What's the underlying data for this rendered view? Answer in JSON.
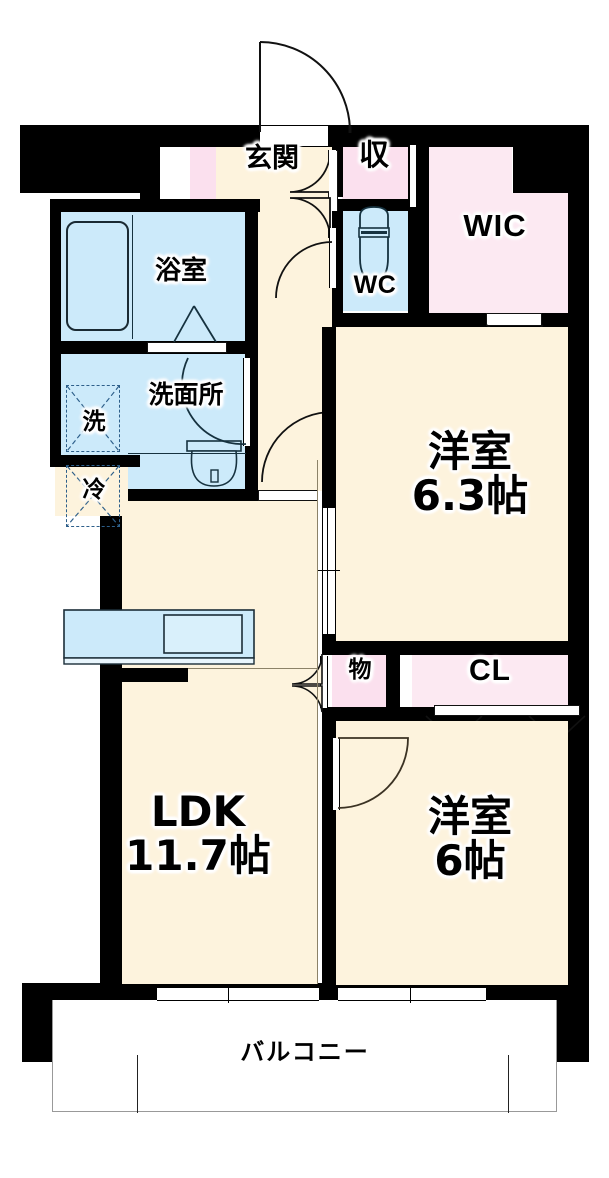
{
  "plan": {
    "title": "Apartment floor plan 2LDK",
    "unit_suffix": "帖",
    "colors": {
      "floor_cream": "#fdf3dd",
      "wet_blue": "#cceafa",
      "closet_pink": "#fbe0ee",
      "wall_black": "#000000",
      "balcony_white": "#ffffff"
    },
    "rooms": [
      {
        "id": "genkan",
        "label": "玄関",
        "type": "entrance"
      },
      {
        "id": "shoe",
        "label": "収",
        "type": "closet"
      },
      {
        "id": "wic",
        "label": "WIC",
        "type": "walk-in-closet"
      },
      {
        "id": "wc",
        "label": "WC",
        "type": "toilet"
      },
      {
        "id": "bath",
        "label": "浴室",
        "type": "bathroom"
      },
      {
        "id": "washroom",
        "label": "洗面所",
        "type": "washroom"
      },
      {
        "id": "washer",
        "label": "洗",
        "type": "washer-space"
      },
      {
        "id": "fridge",
        "label": "冷",
        "type": "fridge-space"
      },
      {
        "id": "storage",
        "label": "物",
        "type": "storage"
      },
      {
        "id": "cl",
        "label": "CL",
        "type": "closet"
      },
      {
        "id": "western1",
        "label": "洋室\n6.3帖",
        "name": "洋室",
        "size": "6.3帖",
        "type": "bedroom"
      },
      {
        "id": "western2",
        "label": "洋室\n6帖",
        "name": "洋室",
        "size": "6帖",
        "type": "bedroom"
      },
      {
        "id": "ldk",
        "label": "LDK\n11.7帖",
        "name": "LDK",
        "size": "11.7帖",
        "type": "living-dining-kitchen"
      },
      {
        "id": "balcony",
        "label": "バルコニー",
        "type": "balcony"
      }
    ],
    "areas": {
      "ldk": "11.7",
      "western_1": "6.3",
      "western_2": "6"
    }
  }
}
